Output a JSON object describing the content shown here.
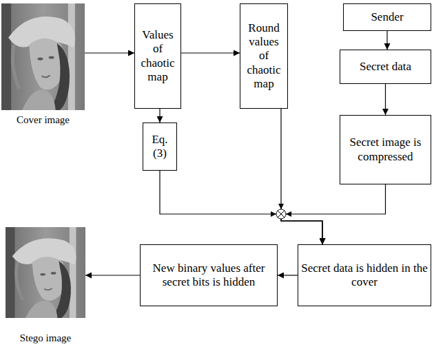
{
  "diagram": {
    "nodes": [
      {
        "text": [
          "Cover image"
        ]
      },
      {
        "text": [
          "Values of chaotic map"
        ]
      },
      {
        "text": [
          "Round values of chaotic map"
        ]
      },
      {
        "text": [
          "Sender"
        ]
      },
      {
        "text": [
          "Secret data"
        ]
      },
      {
        "text": [
          "Eq. (3)"
        ]
      },
      {
        "text": [
          "Secret image is compressed"
        ]
      },
      {
        "text": [
          "Secret data is hidden in the cover"
        ]
      },
      {
        "text": [
          "New binary values after secret bits is hidden"
        ]
      },
      {
        "text": [
          "Stego image"
        ]
      }
    ],
    "edges": [
      {
        "from": 0,
        "to": 1,
        "arrow": "to"
      },
      {
        "from": 1,
        "to": 2,
        "arrow": "to"
      },
      {
        "from": 1,
        "to": 5,
        "arrow": "to"
      },
      {
        "from": 3,
        "to": 4,
        "arrow": "to"
      },
      {
        "from": 4,
        "to": 6,
        "arrow": "to"
      },
      {
        "from": 5,
        "to": 7,
        "arrow": "to"
      },
      {
        "from": 2,
        "to": 7,
        "arrow": "to"
      },
      {
        "from": 6,
        "to": 7,
        "arrow": "to"
      },
      {
        "from": 7,
        "to": 8,
        "arrow": "to"
      },
      {
        "from": 8,
        "to": 9,
        "arrow": "to"
      }
    ]
  }
}
